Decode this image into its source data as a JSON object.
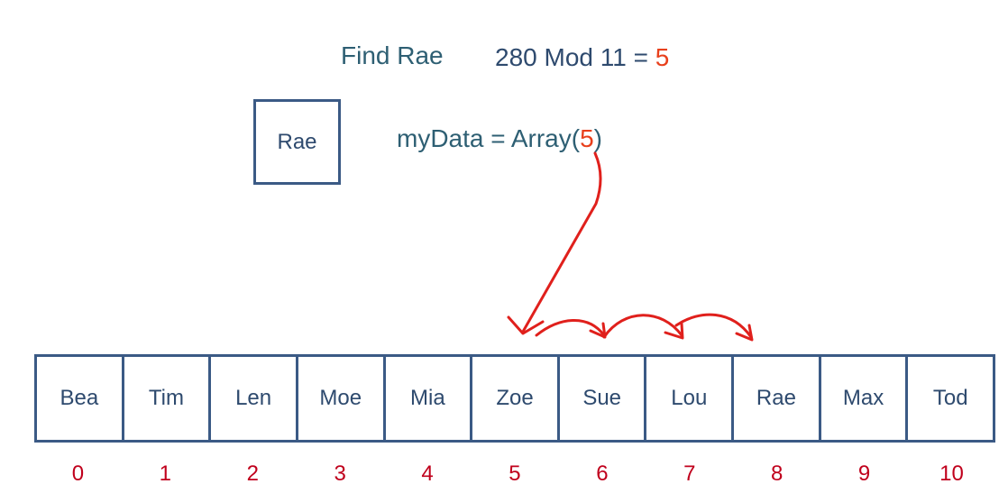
{
  "header": {
    "find_text": "Find Rae",
    "mod_expression": "280 Mod 11 = ",
    "mod_result": "5"
  },
  "search_box": {
    "value": "Rae"
  },
  "code": {
    "prefix": "myData = Array(",
    "index": "5",
    "suffix": ")"
  },
  "array": {
    "cells": [
      {
        "name": "Bea",
        "index": "0"
      },
      {
        "name": "Tim",
        "index": "1"
      },
      {
        "name": "Len",
        "index": "2"
      },
      {
        "name": "Moe",
        "index": "3"
      },
      {
        "name": "Mia",
        "index": "4"
      },
      {
        "name": "Zoe",
        "index": "5"
      },
      {
        "name": "Sue",
        "index": "6"
      },
      {
        "name": "Lou",
        "index": "7"
      },
      {
        "name": "Rae",
        "index": "8"
      },
      {
        "name": "Max",
        "index": "9"
      },
      {
        "name": "Tod",
        "index": "10"
      }
    ]
  },
  "colors": {
    "accent": "#e8401c",
    "arrow": "#e0201c",
    "box_border": "#3b5a85",
    "index_text": "#c0001c"
  }
}
